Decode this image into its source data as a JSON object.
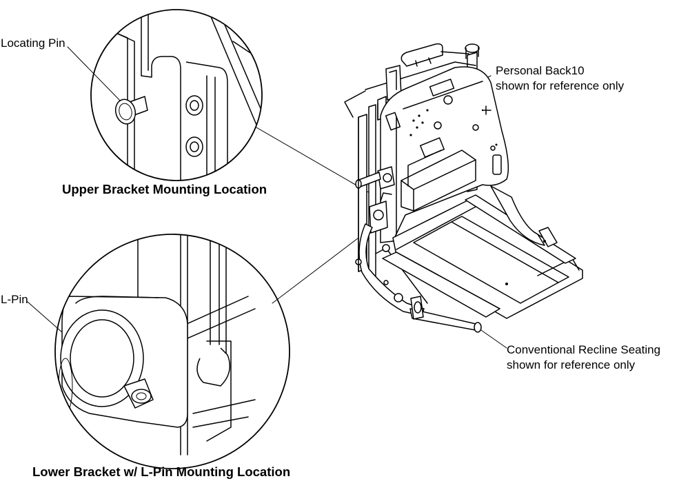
{
  "labels": {
    "locating_pin": "Locating Pin",
    "l_pin": "L-Pin",
    "personal_back_line1": "Personal Back10",
    "personal_back_line2": "shown for reference only",
    "recline_line1": "Conventional Recline Seating",
    "recline_line2": "shown for reference only"
  },
  "captions": {
    "upper": "Upper Bracket Mounting Location",
    "lower": "Lower Bracket w/ L-Pin Mounting Location"
  },
  "colors": {
    "line": "#000000",
    "background": "#ffffff"
  }
}
